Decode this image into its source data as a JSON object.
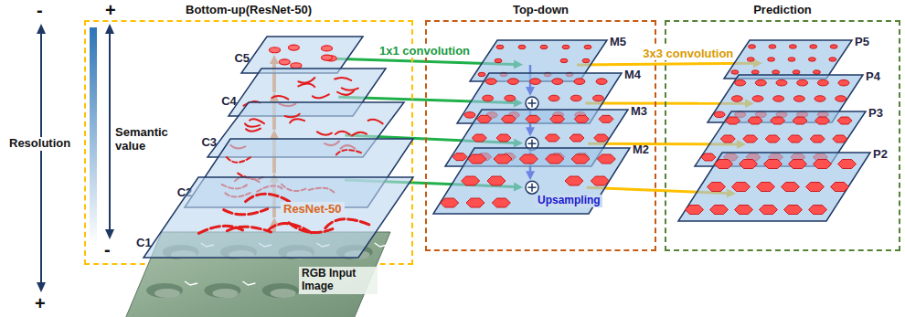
{
  "diagram": {
    "nodes": [
      {
        "text": [
          "Bottom-up(ResNet-50)"
        ]
      },
      {
        "text": [
          "Top-down"
        ]
      },
      {
        "text": [
          "Prediction"
        ]
      },
      {
        "text": [
          "C5"
        ],
        "in": 0
      },
      {
        "text": [
          "C4"
        ],
        "in": 0
      },
      {
        "text": [
          "C3"
        ],
        "in": 0
      },
      {
        "text": [
          "C2"
        ],
        "in": 0
      },
      {
        "text": [
          "C1"
        ],
        "in": 0
      },
      {
        "text": [
          "RGB Input Image"
        ],
        "in": 0
      },
      {
        "text": [
          "M5"
        ],
        "in": 1
      },
      {
        "text": [
          "M4"
        ],
        "in": 1
      },
      {
        "text": [
          "M3"
        ],
        "in": 1
      },
      {
        "text": [
          "M2"
        ],
        "in": 1
      },
      {
        "text": [
          "P5"
        ],
        "in": 2
      },
      {
        "text": [
          "P4"
        ],
        "in": 2
      },
      {
        "text": [
          "P3"
        ],
        "in": 2
      },
      {
        "text": [
          "P2"
        ],
        "in": 2
      }
    ],
    "edges": [
      {
        "from": 3,
        "to": 9,
        "label": "1x1 convolution",
        "arrow": "to"
      },
      {
        "from": 4,
        "to": 10,
        "arrow": "to"
      },
      {
        "from": 5,
        "to": 11,
        "arrow": "to"
      },
      {
        "from": 6,
        "to": 12,
        "arrow": "to"
      },
      {
        "from": 9,
        "to": 13,
        "label": "3x3 convolution",
        "arrow": "to"
      },
      {
        "from": 10,
        "to": 14,
        "arrow": "to"
      },
      {
        "from": 11,
        "to": 15,
        "arrow": "to"
      },
      {
        "from": 12,
        "to": 16,
        "arrow": "to"
      },
      {
        "from": 9,
        "to": 10,
        "arrow": "to"
      },
      {
        "from": 10,
        "to": 11,
        "arrow": "to"
      },
      {
        "from": 11,
        "to": 12,
        "arrow": "to"
      },
      {
        "from": 8,
        "to": 7,
        "arrow": "to"
      },
      {
        "from": 7,
        "to": 6,
        "label": "ResNet-50",
        "arrow": "to"
      },
      {
        "from": 6,
        "to": 5,
        "arrow": "to"
      },
      {
        "from": 5,
        "to": 4,
        "arrow": "to"
      },
      {
        "from": 4,
        "to": 3,
        "arrow": "to"
      }
    ],
    "labels": [
      "-",
      "+",
      "Resolution",
      "Semantic value",
      "-",
      "+",
      "Upsampling"
    ]
  }
}
